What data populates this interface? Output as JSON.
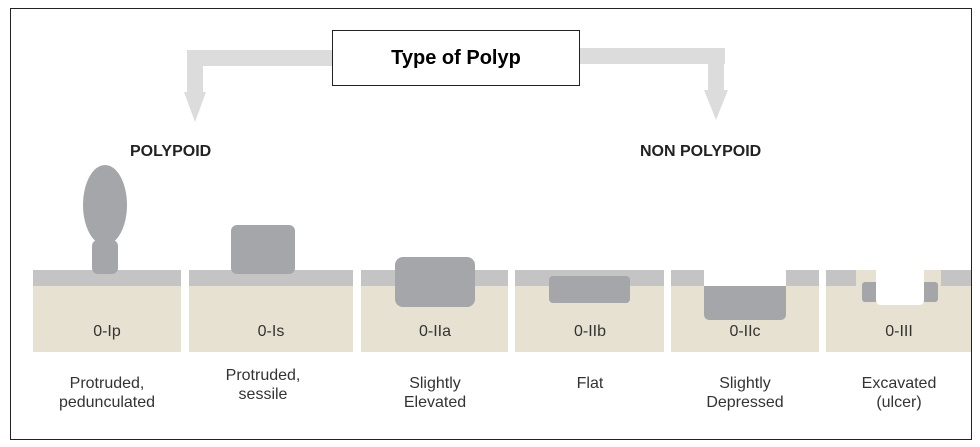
{
  "title": "Type of Polyp",
  "groups": {
    "polypoid": "POLYPOID",
    "non_polypoid": "NON POLYPOID"
  },
  "types": [
    {
      "code": "0-Ip",
      "description": "Protruded,\npedunculated"
    },
    {
      "code": "0-Is",
      "description": "Protruded,\nsessile"
    },
    {
      "code": "0-IIa",
      "description": "Slightly\nElevated"
    },
    {
      "code": "0-IIb",
      "description": "Flat"
    },
    {
      "code": "0-IIc",
      "description": "Slightly\nDepressed"
    },
    {
      "code": "0-III",
      "description": "Excavated\n(ulcer)"
    }
  ],
  "colors": {
    "tissue": "#e6e1d1",
    "mucosa": "#c4c4c4",
    "lesion": "#a5a6a9",
    "arrow": "#dcdcdc"
  }
}
